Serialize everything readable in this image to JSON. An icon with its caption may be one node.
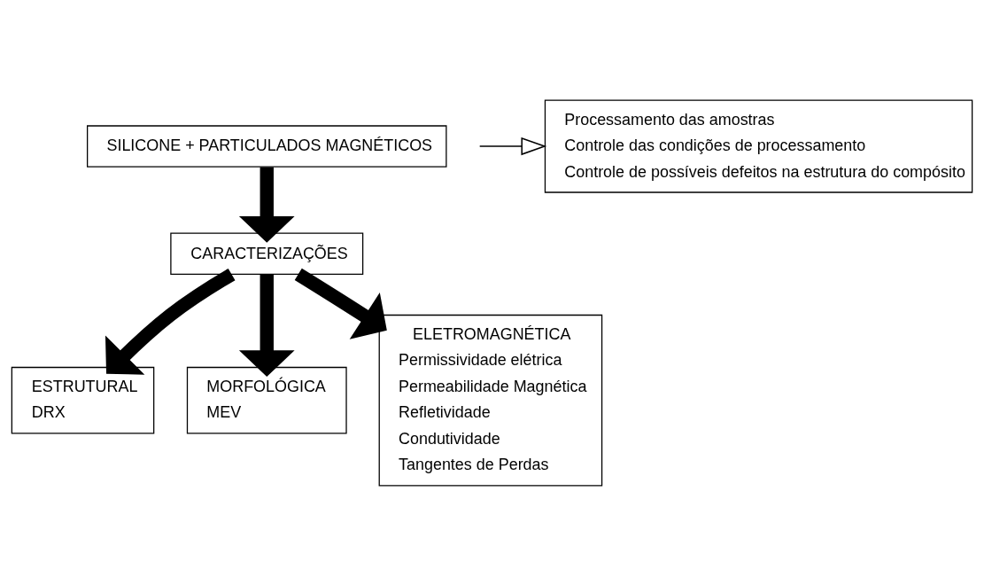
{
  "diagram": {
    "nodes": [
      {
        "text": [
          "SILICONE + PARTICULADOS MAGNÉTICOS"
        ]
      },
      {
        "text": [
          "Processamento das amostras",
          "Controle das condições de processamento",
          "Controle de possíveis defeitos na estrutura do compósito"
        ]
      },
      {
        "text": [
          "CARACTERIZAÇÕES"
        ]
      },
      {
        "text": [
          "ESTRUTURAL",
          "DRX"
        ]
      },
      {
        "text": [
          "MORFOLÓGICA",
          "MEV"
        ]
      },
      {
        "text": [
          "ELETROMAGNÉTICA",
          "Permissividade elétrica",
          "Permeabilidade Magnética",
          "Refletividade",
          "Condutividade",
          "Tangentes de Perdas"
        ]
      }
    ],
    "edges": [
      {
        "from": 0,
        "to": 2,
        "arrow": "to"
      },
      {
        "from": null,
        "to": 1,
        "arrow": "to"
      },
      {
        "from": 2,
        "to": 3,
        "arrow": "to"
      },
      {
        "from": 2,
        "to": 4,
        "arrow": "to"
      },
      {
        "from": 2,
        "to": 5,
        "arrow": "to"
      }
    ]
  }
}
